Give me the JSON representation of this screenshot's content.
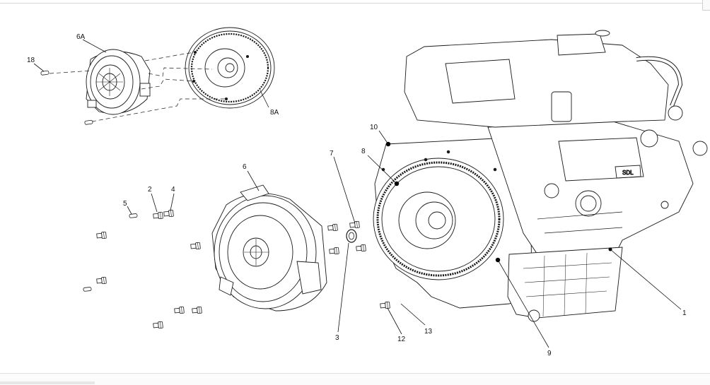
{
  "callouts": [
    {
      "id": "c-18",
      "label": "18"
    },
    {
      "id": "c-6a",
      "label": "6A"
    },
    {
      "id": "c-8a",
      "label": "8A"
    },
    {
      "id": "c-10",
      "label": "10"
    },
    {
      "id": "c-7",
      "label": "7"
    },
    {
      "id": "c-8",
      "label": "8"
    },
    {
      "id": "c-6",
      "label": "6"
    },
    {
      "id": "c-2",
      "label": "2"
    },
    {
      "id": "c-4",
      "label": "4"
    },
    {
      "id": "c-5",
      "label": "5"
    },
    {
      "id": "c-3",
      "label": "3"
    },
    {
      "id": "c-12",
      "label": "12"
    },
    {
      "id": "c-13",
      "label": "13"
    },
    {
      "id": "c-9",
      "label": "9"
    },
    {
      "id": "c-1",
      "label": "1"
    }
  ],
  "colors": {
    "line": "#1a1a1a",
    "fill": "#ffffff",
    "leader": "#111111",
    "marker": "#000000"
  }
}
